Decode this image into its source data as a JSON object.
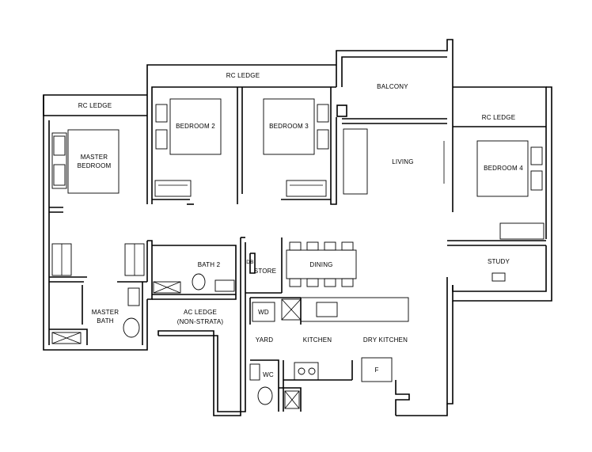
{
  "rooms": {
    "rc_ledge_top": "RC LEDGE",
    "rc_ledge_left": "RC LEDGE",
    "rc_ledge_right": "RC LEDGE",
    "balcony": "BALCONY",
    "bedroom_2": "BEDROOM 2",
    "bedroom_3": "BEDROOM 3",
    "bedroom_4": "BEDROOM 4",
    "master_bedroom_line1": "MASTER",
    "master_bedroom_line2": "BEDROOM",
    "living": "LIVING",
    "bath_2": "BATH 2",
    "db": "DB",
    "store": "STORE",
    "dining": "DINING",
    "study": "STUDY",
    "master_bath_line1": "MASTER",
    "master_bath_line2": "BATH",
    "ac_ledge_line1": "AC LEDGE",
    "ac_ledge_line2": "(NON-STRATA)",
    "wd": "WD",
    "yard": "YARD",
    "kitchen": "KITCHEN",
    "dry_kitchen": "DRY KITCHEN",
    "wc": "WC",
    "fridge": "F"
  }
}
